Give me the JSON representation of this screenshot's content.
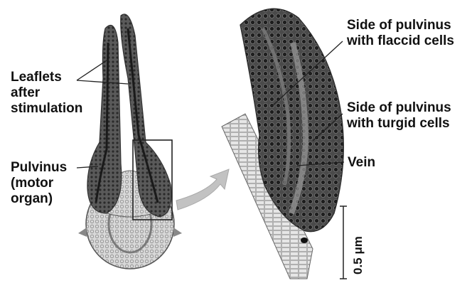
{
  "labels": {
    "leaflets": [
      "Leaflets",
      "after",
      "stimulation"
    ],
    "pulvinus": [
      "Pulvinus",
      "(motor",
      "organ)"
    ],
    "flaccid": [
      "Side of pulvinus",
      "with flaccid cells"
    ],
    "turgid": [
      "Side of pulvinus",
      "with turgid cells"
    ],
    "vein": "Vein",
    "scale_bar": "0.5 μm"
  },
  "colors": {
    "tissue_dark": "#3a3a3a",
    "tissue_mid": "#7a7a7a",
    "tissue_light": "#cfcfcf",
    "arrow": "#bdbdbd",
    "text": "#111111"
  }
}
